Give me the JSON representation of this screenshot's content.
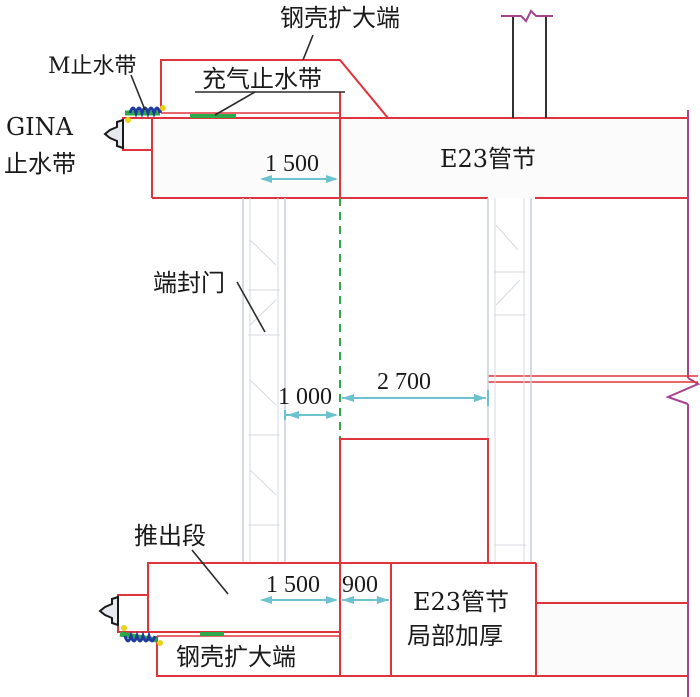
{
  "labels": {
    "steel_shell_top": "钢壳扩大端",
    "m_seal": "M止水带",
    "inflatable_seal": "充气止水带",
    "gina_line1": "GINA",
    "gina_line2": "止水带",
    "e23_segment": "E23管节",
    "end_door": "端封门",
    "push_out_section": "推出段",
    "steel_shell_bottom": "钢壳扩大端",
    "e23_thicken_line1": "E23管节",
    "e23_thicken_line2": "局部加厚"
  },
  "dimensions": {
    "top_1500": "1 500",
    "mid_1000": "1 000",
    "mid_2700": "2 700",
    "bottom_1500": "1 500",
    "bottom_900": "900"
  },
  "colors": {
    "structure_outline": "#e0343c",
    "break_line": "#a8448e",
    "dimension": "#6cc3cf",
    "centerline": "#2da84a",
    "end_door_frame": "#c9d1d8",
    "m_seal_blue": "#1f3aa0",
    "seal_green": "#2da84a",
    "seal_yellow": "#e8d21a"
  }
}
